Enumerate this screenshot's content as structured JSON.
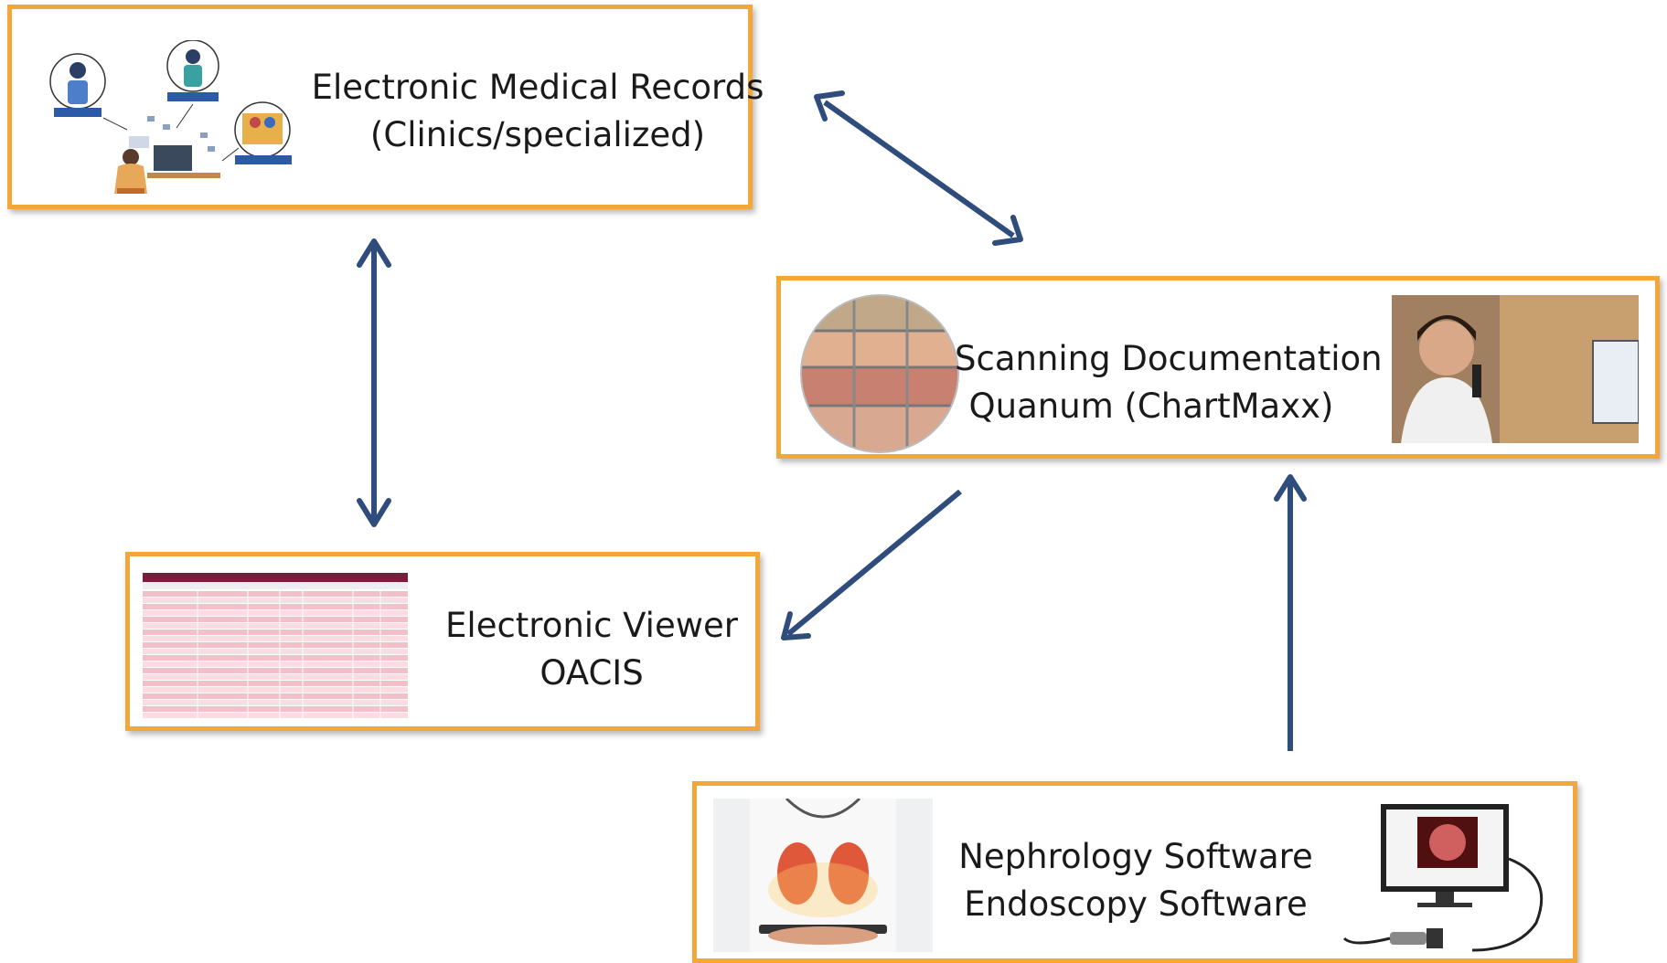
{
  "colors": {
    "box_border": "#f3a738",
    "arrow": "#2e4c7c"
  },
  "nodes": {
    "emr": {
      "line1": "Electronic Medical Records",
      "line2": "(Clinics/specialized)",
      "icon": "people-workflow-illustration"
    },
    "scanning": {
      "line1": "Scanning Documentation",
      "line2": "Quanum (ChartMaxx)",
      "icons": [
        "file-shelves-photo",
        "dictation-doctor-photo"
      ]
    },
    "viewer": {
      "line1": "Electronic Viewer",
      "line2": "OACIS",
      "icon": "patient-list-screenshot"
    },
    "nephro": {
      "line1": "Nephrology Software",
      "line2": "Endoscopy Software",
      "icons": [
        "kidney-tablet-photo",
        "endoscope-monitor-photo"
      ]
    }
  },
  "edges": [
    {
      "from": "emr",
      "to": "scanning",
      "direction": "both"
    },
    {
      "from": "emr",
      "to": "viewer",
      "direction": "both"
    },
    {
      "from": "scanning",
      "to": "viewer",
      "direction": "forward"
    },
    {
      "from": "nephro",
      "to": "scanning",
      "direction": "forward"
    }
  ]
}
